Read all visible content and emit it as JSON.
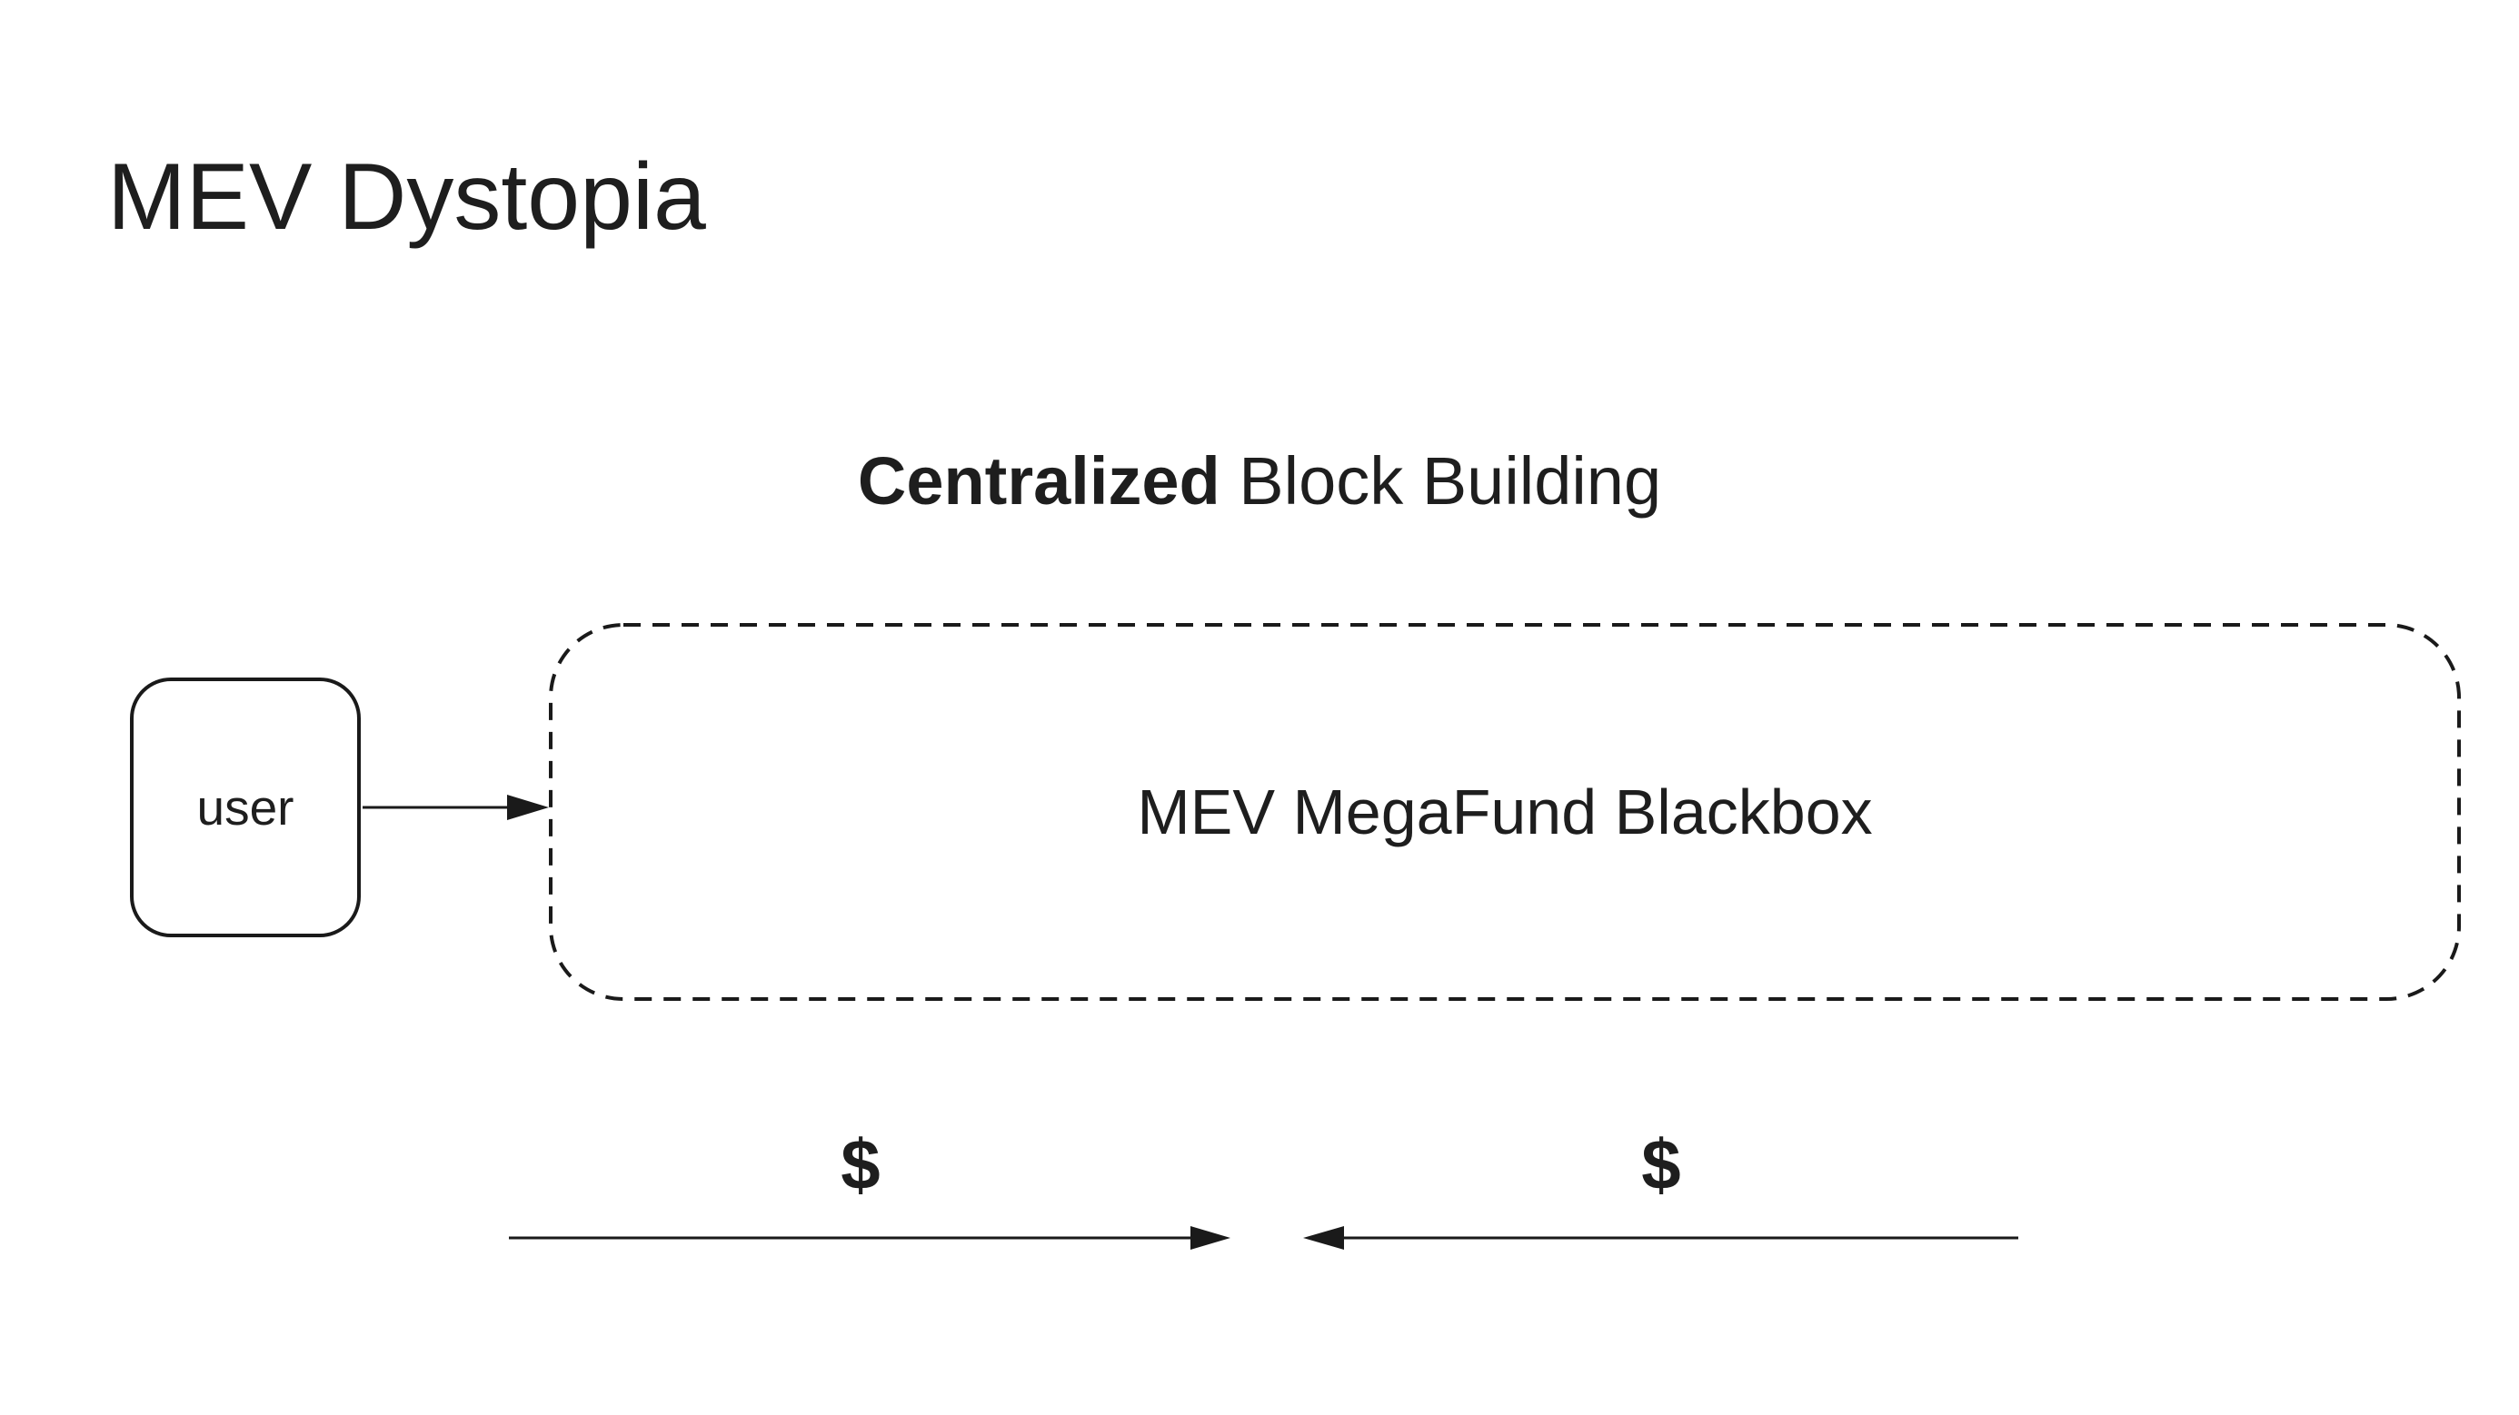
{
  "page": {
    "title": "MEV Dystopia"
  },
  "diagram": {
    "heading": {
      "bold": "Centralized",
      "regular": " Block Building"
    },
    "user_node": {
      "label": "user"
    },
    "blackbox_node": {
      "label": "MEV MegaFund Blackbox"
    },
    "money_flows": {
      "left_label": "$",
      "right_label": "$"
    }
  },
  "colors": {
    "background": "#ffffff",
    "text": "#1e1e1e",
    "stroke": "#1a1a1a"
  }
}
